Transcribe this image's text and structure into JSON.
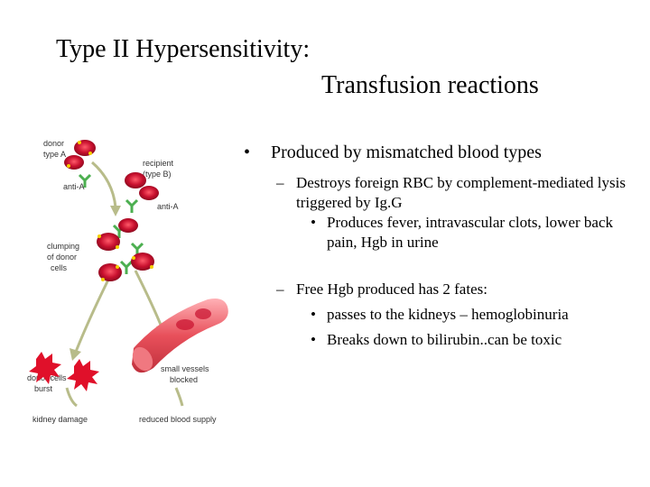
{
  "slide": {
    "title_line1": "Type II Hypersensitivity:",
    "title_line2": "Transfusion reactions"
  },
  "bullets": {
    "main": "Produced by mismatched blood types",
    "sub1": "Destroys foreign RBC by complement-mediated lysis triggered by Ig.G",
    "sub1_detail": "Produces fever, intravascular clots, lower back pain, Hgb in urine",
    "sub2": "Free Hgb produced has 2 fates:",
    "sub2_items": [
      "passes to the kidneys – hemoglobinuria",
      "Breaks down to bilirubin..can be toxic"
    ]
  },
  "diagram_labels": {
    "donor": "donor type A",
    "recipient": "recipient (type B)",
    "antibodies": "anti-A",
    "clumping": "clumping of donor cells",
    "burst": "donor cells burst",
    "vessels": "small vessels blocked",
    "kidney": "kidney damage",
    "blood_supply": "reduced blood supply"
  },
  "colors": {
    "rbc": "#c8102e",
    "antibody": "#4caf50",
    "arrow": "#b8bc8a",
    "vessel": "#e8505b"
  }
}
